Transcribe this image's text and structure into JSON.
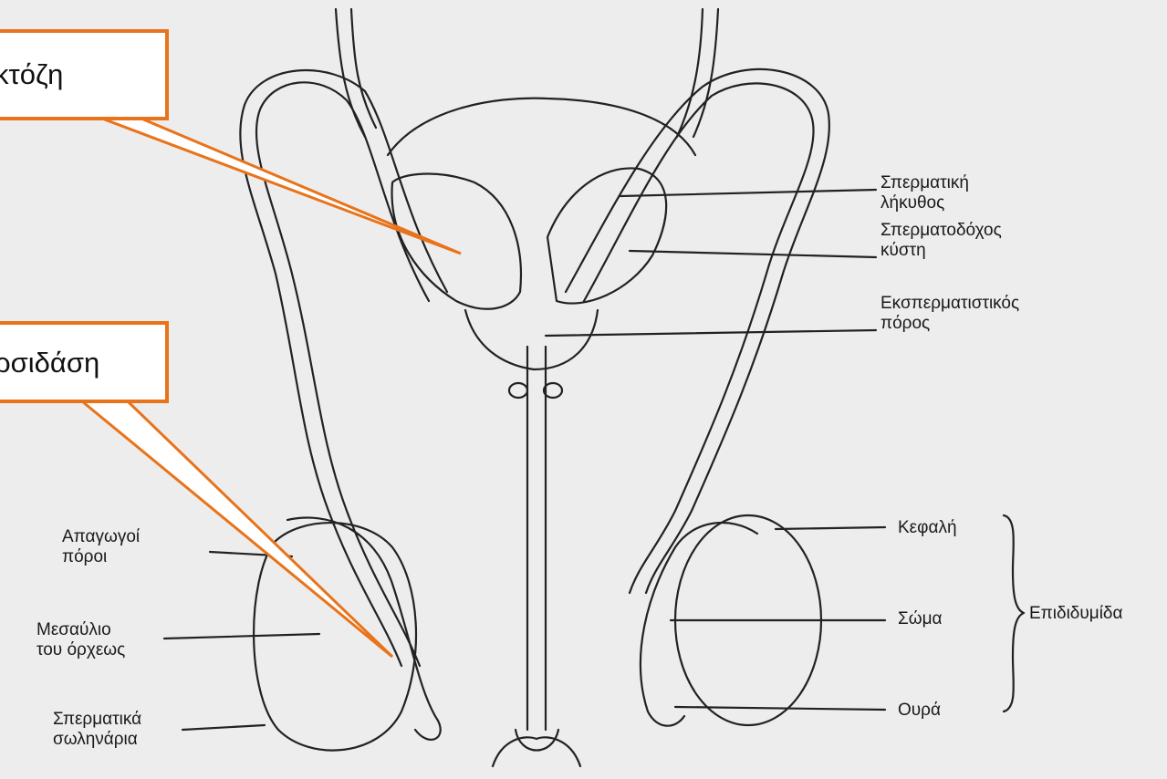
{
  "colors": {
    "background": "#ededed",
    "ink": "#1a1a1a",
    "callout_border": "#e8731a",
    "callout_fill": "#ffffff"
  },
  "callouts": {
    "top": "κτόζη",
    "middle": "ρσιδάση"
  },
  "labels": {
    "seminal_duct": [
      "Σπερματική",
      "λήκυθος"
    ],
    "seminal_vesicle": [
      "Σπερματοδόχος",
      "κύστη"
    ],
    "ejaculatory_duct": [
      "Εκσπερματιστικός",
      "πόρος"
    ],
    "efferent_ducts": [
      "Απαγωγοί",
      "πόροι"
    ],
    "mediastinum": [
      "Μεσαύλιο",
      "του όρχεως"
    ],
    "seminiferous_tubules": [
      "Σπερματικά",
      "σωληνάρια"
    ],
    "head": "Κεφαλή",
    "body": "Σώμα",
    "tail": "Ουρά",
    "epididymis": "Επιδιδυμίδα"
  }
}
